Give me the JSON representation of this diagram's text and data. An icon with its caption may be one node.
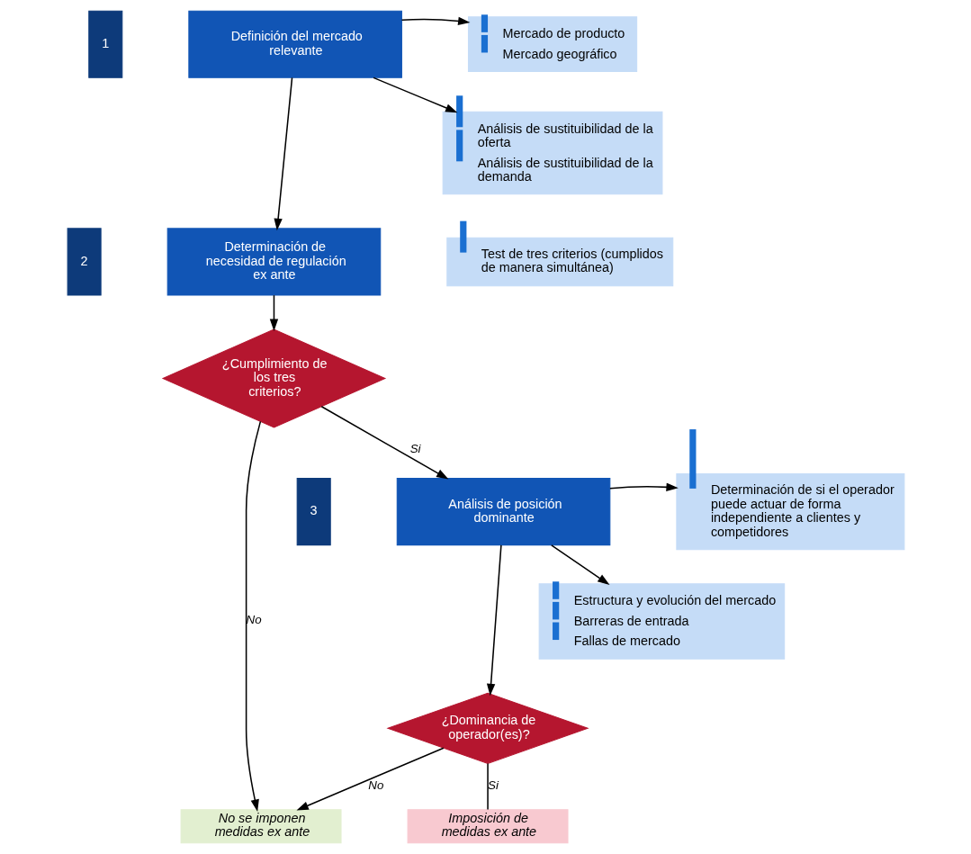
{
  "diagram": {
    "nodes": [
      {
        "text": [
          "1"
        ]
      },
      {
        "text": [
          "Definición del mercado relevante"
        ]
      },
      {
        "text": [
          "Mercado de producto",
          "Mercado geográfico"
        ]
      },
      {
        "text": [
          "Análisis de sustituibilidad de la oferta",
          "Análisis de sustituibilidad de la demanda"
        ]
      },
      {
        "text": [
          "2"
        ]
      },
      {
        "text": [
          "Determinación de necesidad de regulación ex ante"
        ]
      },
      {
        "text": [
          "Test de tres criterios (cumplidos de manera simultánea)"
        ]
      },
      {
        "text": [
          "¿Cumplimiento de los tres criterios?"
        ]
      },
      {
        "text": [
          "3"
        ]
      },
      {
        "text": [
          "Análisis de posición dominante"
        ]
      },
      {
        "text": [
          "Determinación de si el operador puede actuar de forma independiente a clientes y competidores"
        ]
      },
      {
        "text": [
          "Estructura y evolución del mercado",
          "Barreras de entrada",
          "Fallas de mercado"
        ]
      },
      {
        "text": [
          "¿Dominancia de operador(es)?"
        ]
      },
      {
        "text": [
          "No se imponen medidas ex ante"
        ]
      },
      {
        "text": [
          "Imposición de medidas ex ante"
        ]
      }
    ],
    "edges": [
      {
        "from": 1,
        "to": 2,
        "arrow": "to"
      },
      {
        "from": 1,
        "to": 3,
        "arrow": "to"
      },
      {
        "from": 1,
        "to": 5,
        "arrow": "to"
      },
      {
        "from": 5,
        "to": 7,
        "arrow": "to"
      },
      {
        "from": 7,
        "to": 13,
        "arrow": "to",
        "label": "No"
      },
      {
        "from": 7,
        "to": 9,
        "arrow": "to",
        "label": "Si"
      },
      {
        "from": 9,
        "to": 10,
        "arrow": "to"
      },
      {
        "from": 9,
        "to": 11,
        "arrow": "to"
      },
      {
        "from": 9,
        "to": 12,
        "arrow": "to"
      },
      {
        "from": 12,
        "to": 13,
        "arrow": "to",
        "label": "No"
      },
      {
        "from": 12,
        "to": 14,
        "arrow": "none",
        "label": "Si"
      }
    ]
  }
}
